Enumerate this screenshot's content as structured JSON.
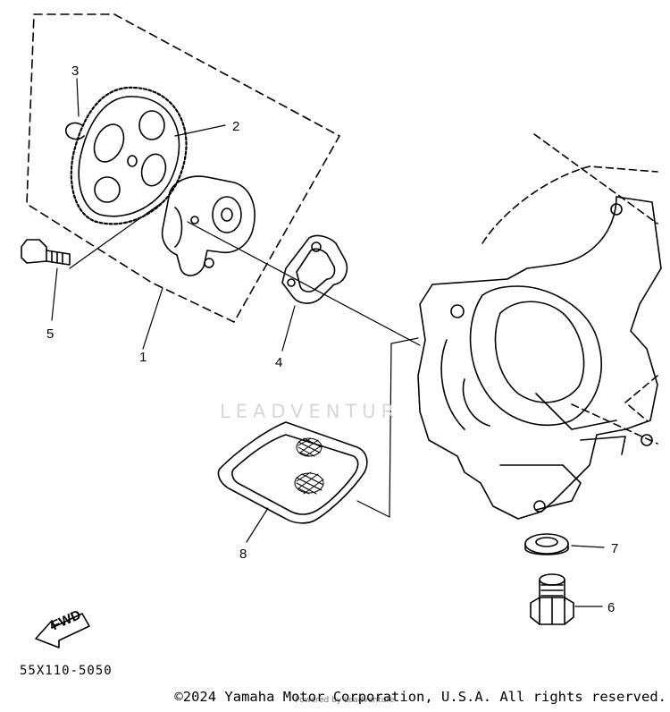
{
  "diagram": {
    "callouts": [
      {
        "id": "1",
        "label": "1"
      },
      {
        "id": "2",
        "label": "2"
      },
      {
        "id": "3",
        "label": "3"
      },
      {
        "id": "4",
        "label": "4"
      },
      {
        "id": "5",
        "label": "5"
      },
      {
        "id": "6",
        "label": "6"
      },
      {
        "id": "7",
        "label": "7"
      },
      {
        "id": "8",
        "label": "8"
      }
    ],
    "fwd_label": "FWD",
    "part_code": "55X110-5050",
    "watermark": "LEADVENTUR",
    "copyright": "©2024 Yamaha Motor Corporation, U.S.A. All rights reserved.",
    "powered_by": "Powered by Leadventure"
  }
}
